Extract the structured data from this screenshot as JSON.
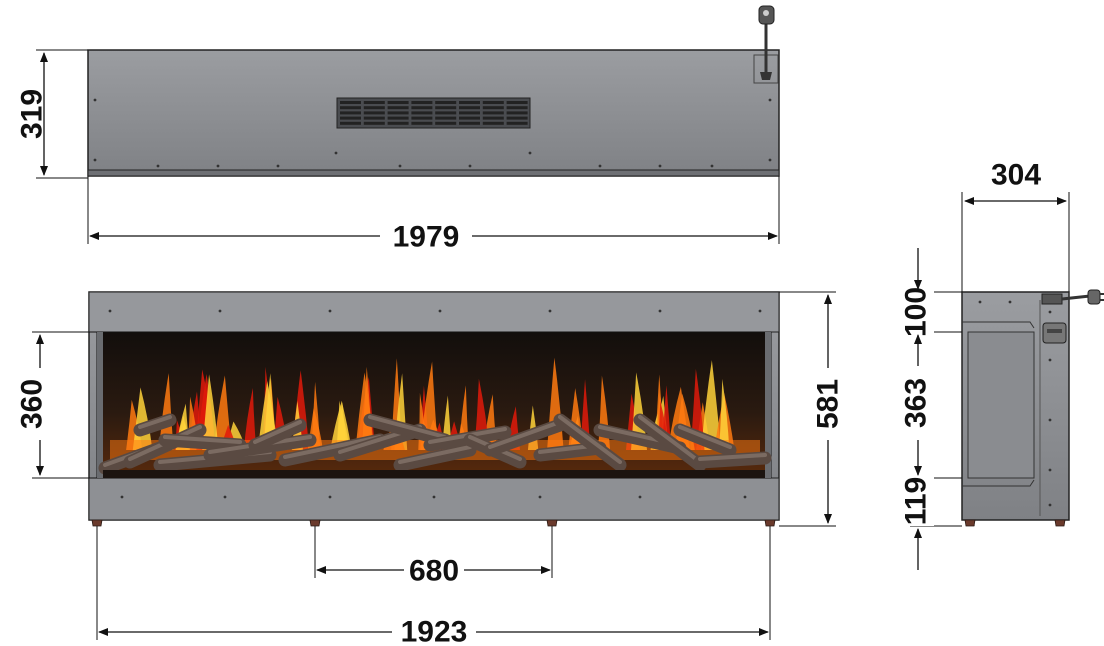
{
  "drawing": {
    "top_view": {
      "depth_label": "319",
      "width_label": "1979"
    },
    "front_view": {
      "opening_height_label": "360",
      "overall_height_label": "581",
      "foot_spacing_label": "680",
      "foot_width_label": "1923"
    },
    "side_view": {
      "depth_label": "304",
      "top_label": "100",
      "middle_label": "363",
      "bottom_label": "119"
    }
  },
  "colors": {
    "body": "#8c8e92",
    "body_dark": "#6e7074",
    "outline": "#222222",
    "flame_orange": "#ff7a10",
    "flame_red": "#e01a0a",
    "flame_yellow": "#ffd23a",
    "firebox": "#1a1410"
  },
  "icons": {
    "plug": "power-plug-icon",
    "vent": "vent-grille-icon",
    "arrow": "dimension-arrow-icon"
  }
}
